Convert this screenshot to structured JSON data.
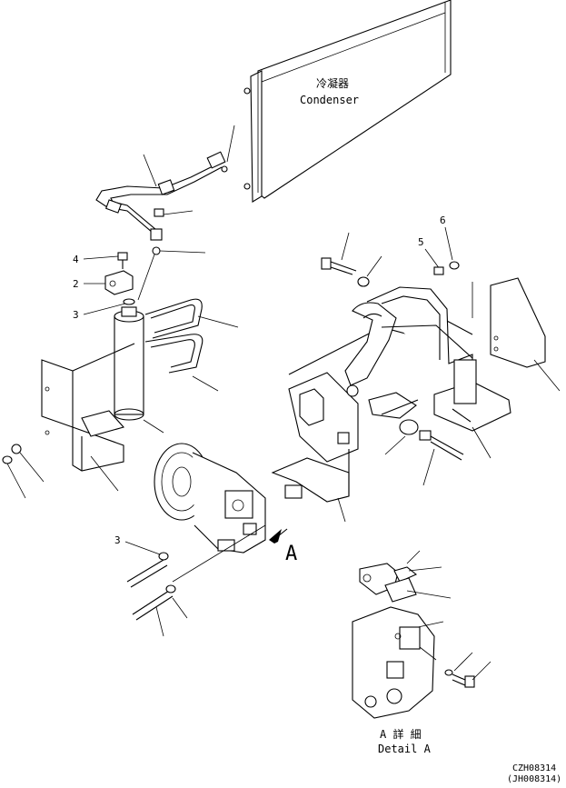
{
  "labels": {
    "condenser_jp": "冷凝器",
    "condenser_en": "Condenser",
    "view_marker": "A",
    "detail_jp": "A 詳 細",
    "detail_en": "Detail A",
    "drawing_code": "CZH08314",
    "drawing_code_alt": "(JH008314)"
  },
  "callouts": {
    "c4": "4",
    "c2": "2",
    "c3_receiver": "3",
    "c6": "6",
    "c5": "5",
    "c3_compressor": "3"
  }
}
